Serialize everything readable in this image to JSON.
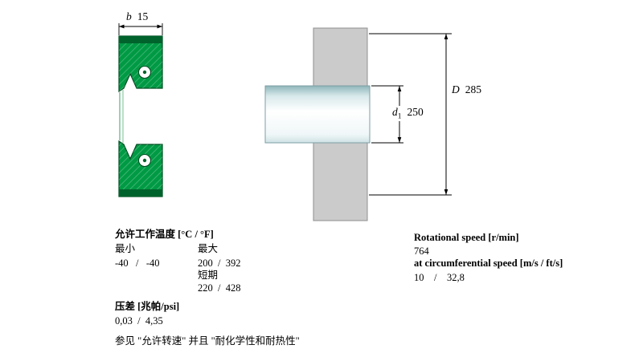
{
  "seal_drawing": {
    "dim_b": {
      "letter": "b",
      "value": "15"
    },
    "colors": {
      "body": "#009a44",
      "dark": "#00632c",
      "outline": "#004d22"
    }
  },
  "mount_drawing": {
    "dim_D": {
      "letter": "D",
      "value": "285"
    },
    "dim_d1": {
      "letter": "d",
      "sub": "1",
      "value": "250"
    },
    "colors": {
      "housing": "#cbcbcb",
      "housing_edge": "#8f8f8f"
    }
  },
  "specs": {
    "temperature": {
      "title": "允许工作温度 [°C / °F]",
      "min_label": "最小",
      "max_label": "最大",
      "min_values": "-40   /   -40",
      "max_values": "200  /  392",
      "short_term_label": "短期",
      "short_term_values": "220  /  428"
    },
    "pressure": {
      "title": "压差 [兆帕/psi]",
      "values": "0,03  /  4,35"
    },
    "note": "参见 \"允许转速\" 并且 \"耐化学性和耐热性\"",
    "rotational": {
      "title": "Rotational speed [r/min]",
      "value": "764",
      "subtitle": "at circumferential speed [m/s / ft/s]",
      "values": "10    /    32,8"
    }
  }
}
